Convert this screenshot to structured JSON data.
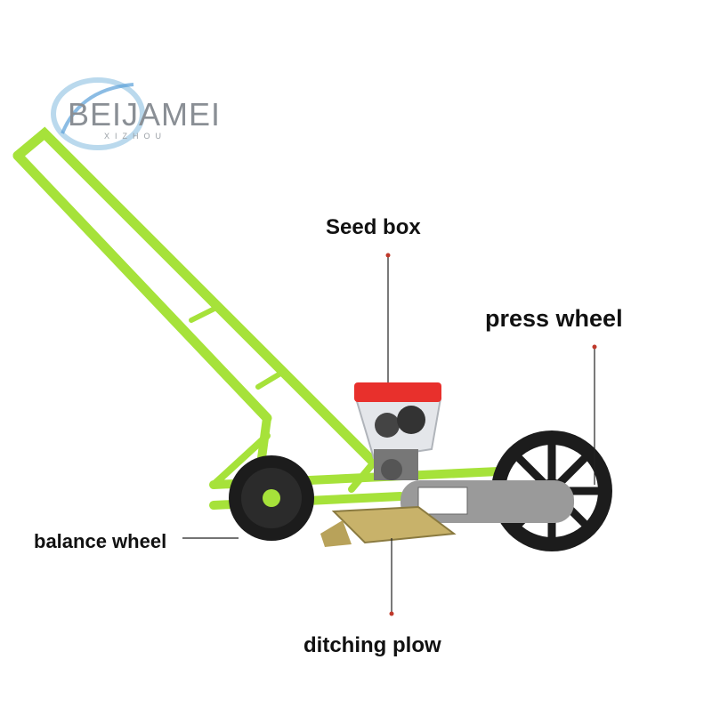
{
  "brand": {
    "name": "BEIJAMEI",
    "sub": "XIZHOU"
  },
  "labels": {
    "seed_box": "Seed box",
    "press_wheel": "press wheel",
    "balance_wheel": "balance wheel",
    "ditching_plow": "ditching plow"
  },
  "colors": {
    "frame": "#a6e23a",
    "frame_dark": "#7fb81e",
    "wheel": "#1c1c1c",
    "seed_box_lid": "#e8302c",
    "plow": "#c8b26a",
    "cover": "#9a9a9a",
    "leader": "#222222",
    "dot": "#c0392b"
  }
}
